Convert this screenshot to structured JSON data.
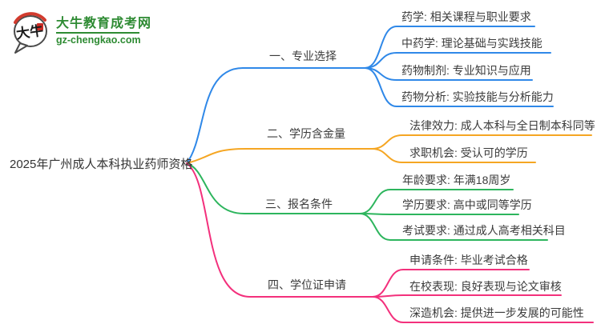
{
  "logo": {
    "icon_chars": "大牛",
    "site_name": "大牛教育成考网",
    "site_url": "gz-chengkao.com",
    "brand_color": "#2E8B33",
    "seal_color": "#CC2B24"
  },
  "central_topic": "2025年广州成人本科执业药师资格",
  "branches": [
    {
      "label": "一、专业选择",
      "color": "#2F88E8",
      "items": [
        "药学: 相关课程与职业要求",
        "中药学: 理论基础与实践技能",
        "药物制剂: 专业知识与应用",
        "药物分析: 实验技能与分析能力"
      ]
    },
    {
      "label": "二、学历含金量",
      "color": "#F5A623",
      "items": [
        "法律效力: 成人本科与全日制本科同等",
        "求职机会: 受认可的学历"
      ]
    },
    {
      "label": "三、报名条件",
      "color": "#2DB55D",
      "items": [
        "年龄要求: 年满18周岁",
        "学历要求: 高中或同等学历",
        "考试要求: 通过成人高考相关科目"
      ]
    },
    {
      "label": "四、学位证申请",
      "color": "#F3307C",
      "items": [
        "申请条件: 毕业考试合格",
        "在校表现: 良好表现与论文审核",
        "深造机会: 提供进一步发展的可能性"
      ]
    }
  ]
}
